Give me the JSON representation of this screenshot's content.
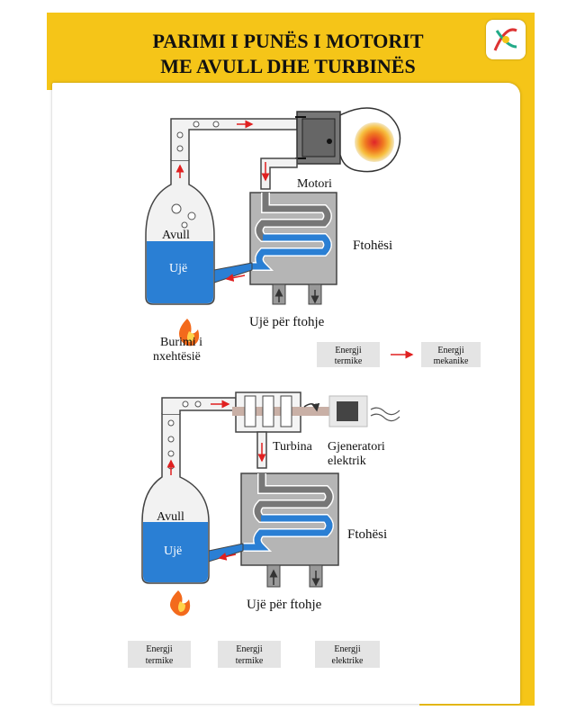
{
  "title": {
    "line1": "PARIMI I PUNËS I MOTORIT",
    "line2": "ME AVULL DHE TURBINËS"
  },
  "colors": {
    "accent": "#f5c518",
    "water": "#2a7fd4",
    "steam": "#e8e8e8",
    "arrow": "#e02020"
  },
  "top_diagram": {
    "engine_label": "Motori",
    "steam_label": "Avull",
    "water_label": "Ujë",
    "cooler_label": "Ftohësi",
    "cooling_water_label": "Ujë për ftohje",
    "heat_source_line1": "Burimi i",
    "heat_source_line2": "nxehtësië",
    "energy_from": {
      "line1": "Energji",
      "line2": "termike"
    },
    "energy_to": {
      "line1": "Energji",
      "line2": "mekanike"
    }
  },
  "bottom_diagram": {
    "turbine_label": "Turbina",
    "generator_line1": "Gjeneratori",
    "generator_line2": "elektrik",
    "steam_label": "Avull",
    "water_label": "Ujë",
    "cooler_label": "Ftohësi",
    "cooling_water_label": "Ujë për ftohje",
    "energy_boxes": [
      {
        "line1": "Energji",
        "line2": "termike"
      },
      {
        "line1": "Energji",
        "line2": "termike"
      },
      {
        "line1": "Energji",
        "line2": "elektrike"
      }
    ]
  }
}
